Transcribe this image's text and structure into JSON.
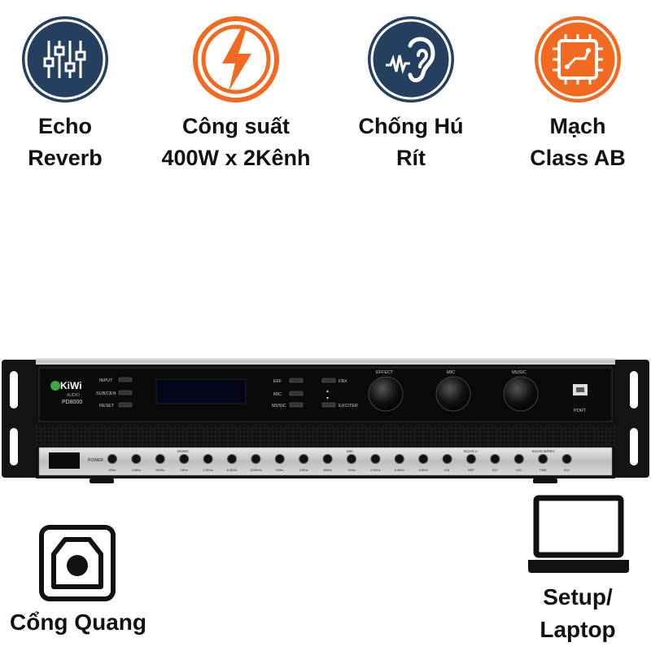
{
  "features": [
    {
      "line1": "Echo",
      "line2": "Reverb",
      "icon": "equalizer-sliders-icon",
      "color": "#253f5e"
    },
    {
      "line1": "Công suất",
      "line2": "400W x 2Kênh",
      "icon": "lightning-bolt-icon",
      "color": "#f26a21"
    },
    {
      "line1": "Chống Hú",
      "line2": "Rít",
      "icon": "ear-sound-wave-icon",
      "color": "#253f5e"
    },
    {
      "line1": "Mạch",
      "line2": "Class AB",
      "icon": "circuit-chip-icon",
      "color": "#f26a21"
    }
  ],
  "device": {
    "brand": "KiWi",
    "brand_sub": "AUDIO",
    "model": "PD8000",
    "left_buttons": [
      "INPUT",
      "SUB/CEN",
      "RESET"
    ],
    "mid_buttons": [
      "EFF",
      "MIC",
      "MUSIC"
    ],
    "right_buttons": [
      "FBX",
      "EXCITER"
    ],
    "knobs": [
      "EFFECT",
      "MIC",
      "MUSIC"
    ],
    "port_label": "PORT",
    "power_label": "POWER",
    "group_labels": [
      "MUSIC",
      "MIC",
      "ECHO A",
      "ECHO B/REV"
    ],
    "knob_labels": [
      "63Hz",
      "125Hz",
      "350Hz",
      "1KHz",
      "2.2KHz",
      "6.3KHz",
      "13.5KHz",
      "63Hz",
      "125Hz",
      "350Hz",
      "1KHz",
      "2.2KHz",
      "6.3KHz",
      "10KHz",
      "VOL",
      "REP",
      "DLY",
      "VOL",
      "TIME",
      "DLY"
    ]
  },
  "bottom": {
    "optical": {
      "label": "Cổng Quang",
      "icon": "optical-port-icon"
    },
    "laptop": {
      "line1": "Setup/",
      "line2": "Laptop",
      "icon": "laptop-icon"
    }
  }
}
